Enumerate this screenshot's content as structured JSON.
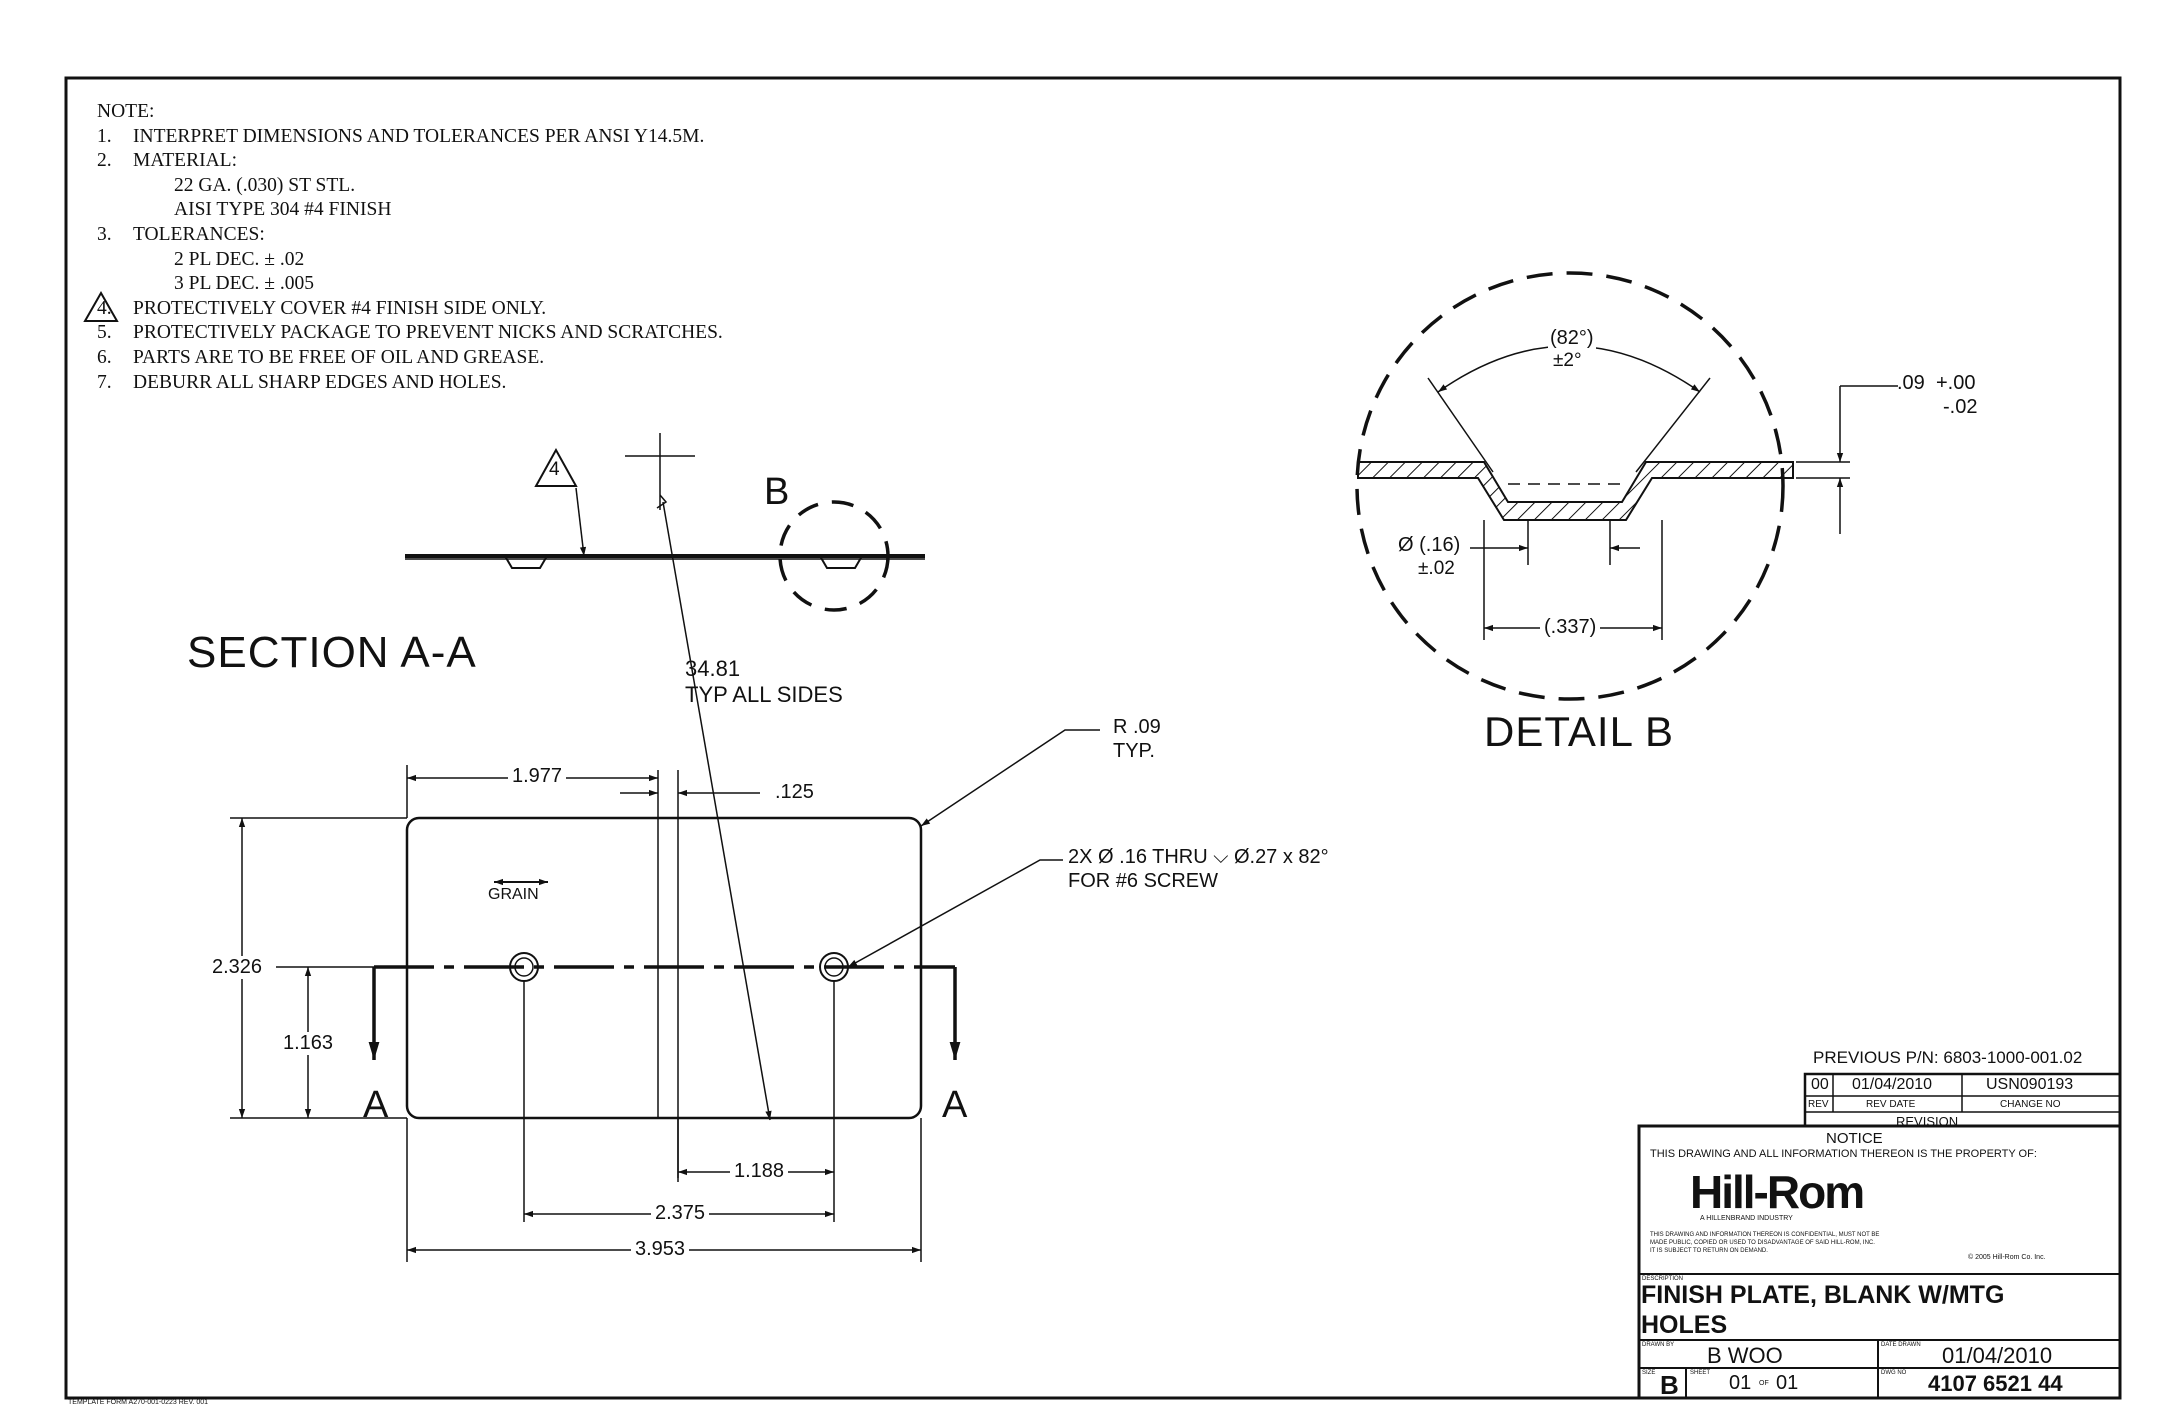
{
  "notes": {
    "heading": "NOTE:",
    "items": [
      {
        "num": "1.",
        "text": "INTERPRET DIMENSIONS AND TOLERANCES PER ANSI Y14.5M."
      },
      {
        "num": "2.",
        "text": "MATERIAL:"
      },
      {
        "sub": "22 GA. (.030) ST STL."
      },
      {
        "sub": "AISI TYPE 304 #4 FINISH"
      },
      {
        "num": "3.",
        "text": "TOLERANCES:"
      },
      {
        "sub": "2 PL DEC. ± .02"
      },
      {
        "sub": "3 PL DEC. ± .005"
      },
      {
        "num": "4.",
        "text": "PROTECTIVELY COVER #4 FINISH SIDE ONLY."
      },
      {
        "num": "5.",
        "text": "PROTECTIVELY PACKAGE TO PREVENT NICKS AND SCRATCHES."
      },
      {
        "num": "6.",
        "text": "PARTS ARE TO BE FREE OF OIL AND GREASE."
      },
      {
        "num": "7.",
        "text": "DEBURR ALL SHARP EDGES AND HOLES."
      }
    ]
  },
  "section": {
    "title": "SECTION A-A",
    "flag_note": "4",
    "detail_callout": "B"
  },
  "plan": {
    "grain_label": "GRAIN",
    "section_marker": "A",
    "angle_dim": "34.81",
    "angle_note": "TYP ALL SIDES",
    "radius_dim": "R .09",
    "radius_note": "TYP.",
    "hole_note_line1": "2X Ø .16 THRU ⌵ Ø.27 x 82°",
    "hole_note_line2": "FOR #6 SCREW",
    "dims": {
      "d1977": "1.977",
      "d125": ".125",
      "d2326": "2.326",
      "d1163": "1.163",
      "d1188": "1.188",
      "d2375": "2.375",
      "d3953": "3.953"
    }
  },
  "detail": {
    "title": "DETAIL B",
    "angle": "(82°)",
    "angle_tol": "±2°",
    "thk": ".09",
    "thk_plus": "+.00",
    "thk_minus": "-.02",
    "hole": "Ø (.16)",
    "hole_tol": "±.02",
    "csk": "(.337)"
  },
  "titleblock": {
    "previous_pn": "PREVIOUS P/N: 6803-1000-001.02",
    "rev": "00",
    "rev_date": "01/04/2010",
    "change_no": "USN090193",
    "rev_label": "REV",
    "rev_date_label": "REV DATE",
    "change_no_label": "CHANGE NO",
    "revision_label": "REVISION",
    "notice_label": "NOTICE",
    "property_text": "THIS DRAWING AND ALL INFORMATION THEREON IS THE PROPERTY OF:",
    "company": "Hill-Rom",
    "company_sub": "A HILLENBRAND INDUSTRY",
    "confidential_line1": "THIS DRAWING AND INFORMATION THEREON IS CONFIDENTIAL, MUST NOT BE",
    "confidential_line2": "MADE PUBLIC, COPIED OR USED TO DISADVANTAGE OF SAID HILL-ROM, INC.",
    "confidential_line3": "IT IS SUBJECT TO RETURN ON DEMAND.",
    "copyright": "© 2005 Hill-Rom Co. Inc.",
    "description_label": "DESCRIPTION",
    "description": "FINISH PLATE, BLANK W/MTG HOLES",
    "drawn_by_label": "DRAWN BY",
    "drawn_by": "B WOO",
    "date_drawn_label": "DATE DRAWN",
    "date_drawn": "01/04/2010",
    "size_label": "SIZE",
    "size": "B",
    "sheet_label": "SHEET",
    "sheet": "01",
    "sheet_of": "OF",
    "sheet_total": "01",
    "dwg_no_label": "DWG NO",
    "dwg_no": "4107 6521 44"
  },
  "footer": {
    "template": "TEMPLATE FORM A270-001-0223 REV. 001"
  }
}
